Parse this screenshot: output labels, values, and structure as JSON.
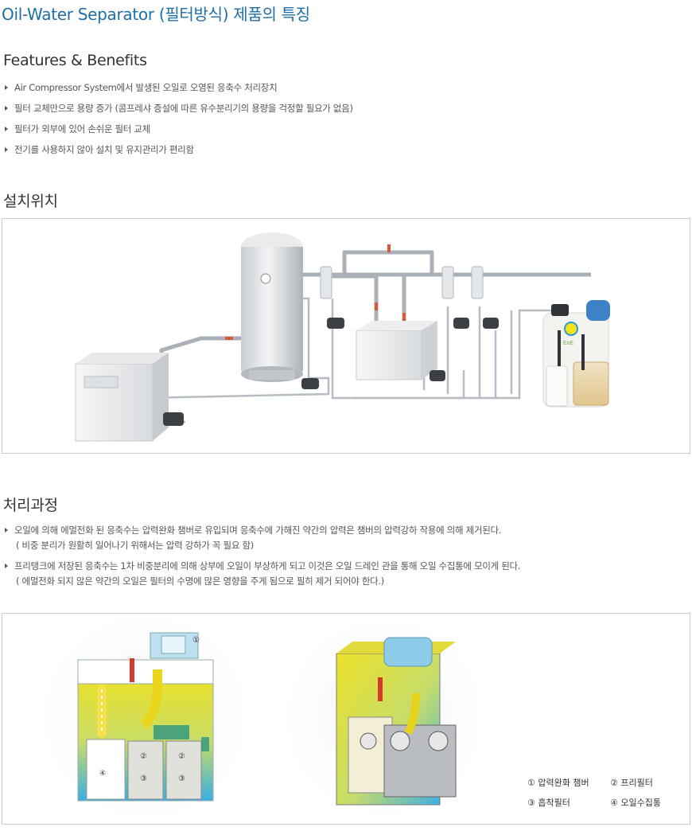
{
  "title": "Oil-Water Separator (필터방식) 제품의 특징",
  "features": {
    "heading": "Features & Benefits",
    "items": [
      "Air Compressor System에서 발생된 오일로 오염된 응축수 처리장치",
      "필터 교체만으로 용량 증가 (콤프레샤 증설에 따른 유수분리기의 용량을 걱정할 필요가 없음)",
      "필터가 외부에 있어 손쉬운 필터 교체",
      "전기를 사용하지 않아 설치 및 유지관리가 편리함"
    ]
  },
  "install": {
    "heading": "설치위치",
    "badge": "EnE"
  },
  "process": {
    "heading": "처리과정",
    "items": [
      {
        "text": "오일에 의해 에멀전화 된 응축수는 압력완화 챔버로 유입되며 응축수에 가해진 약간의 압력은 챔버의 압력강하 작용에 의해 제거된다.",
        "note": "( 비중 분리가 원활히 일어나기 위해서는 압력 강하가 꼭 필요 함)"
      },
      {
        "text": "프리탱크에 저장된 응축수는 1차 비중분리에 의해 상부에 오일이 부상하게 되고 이것은 오일 드레인 관을 통해 오일 수집통에 모이게 된다.",
        "note": "( 에멀전화 되지 않은 약간의 오일은 필터의 수명에 많은 영향을 주게 됨으로 필히 제거 되어야 한다.)"
      }
    ],
    "diagram_marks": [
      "①",
      "②",
      "②",
      "③",
      "③",
      "④"
    ],
    "legend": [
      "① 압력완화 챔버",
      "② 프리필터",
      "③ 흡착필터",
      "④ 오일수집통"
    ]
  }
}
